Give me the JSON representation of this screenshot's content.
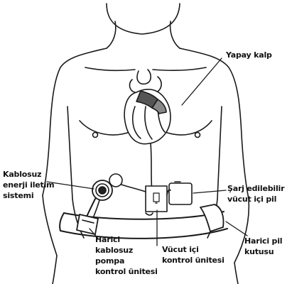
{
  "labels": {
    "artificial_heart": "Yapay kalp",
    "wireless_energy": "Kablosuz\nenerji iletim\nsistemi",
    "rechargeable_battery": "Şarj edilebilir\nvücut içi pil",
    "external_battery": "Harici pil\nkutusu",
    "internal_controller": "Vücut içi\nkontrol ünitesi",
    "external_pump_controller": "Harici\nkablosuz\npompa\nkontrol ünitesi"
  },
  "colors": {
    "line": "#1a1a1a",
    "skin": "#ffffff",
    "heart_shade": "#555555"
  }
}
